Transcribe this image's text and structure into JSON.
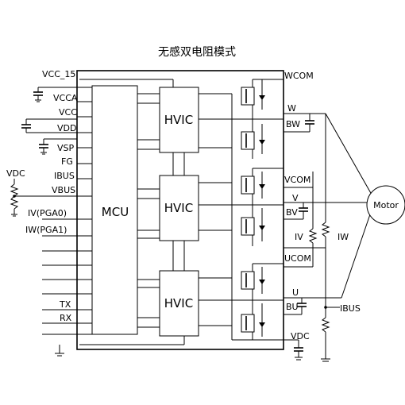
{
  "title": "无感双电阻模式",
  "mcu_label": "MCU",
  "hvic_label": "HVIC",
  "motor_label": "Motor",
  "left_pins": {
    "vcc15": "VCC_15",
    "vcca": "VCCA",
    "vcc": "VCC",
    "vdd": "VDD",
    "vsp": "VSP",
    "fg": "FG",
    "ibus": "IBUS",
    "vbus": "VBUS",
    "vdc_ext": "VDC",
    "iv_pga0": "IV(PGA0)",
    "iw_pga1": "IW(PGA1)",
    "tx": "TX",
    "rx": "RX"
  },
  "right_pins": {
    "wcom": "WCOM",
    "w": "W",
    "bw": "BW",
    "vcom": "VCOM",
    "v": "V",
    "bv": "BV",
    "ucom": "UCOM",
    "u": "U",
    "bu": "BU",
    "vdc": "VDC"
  },
  "sense": {
    "iv": "IV",
    "iw": "IW",
    "ibus": "IBUS"
  }
}
